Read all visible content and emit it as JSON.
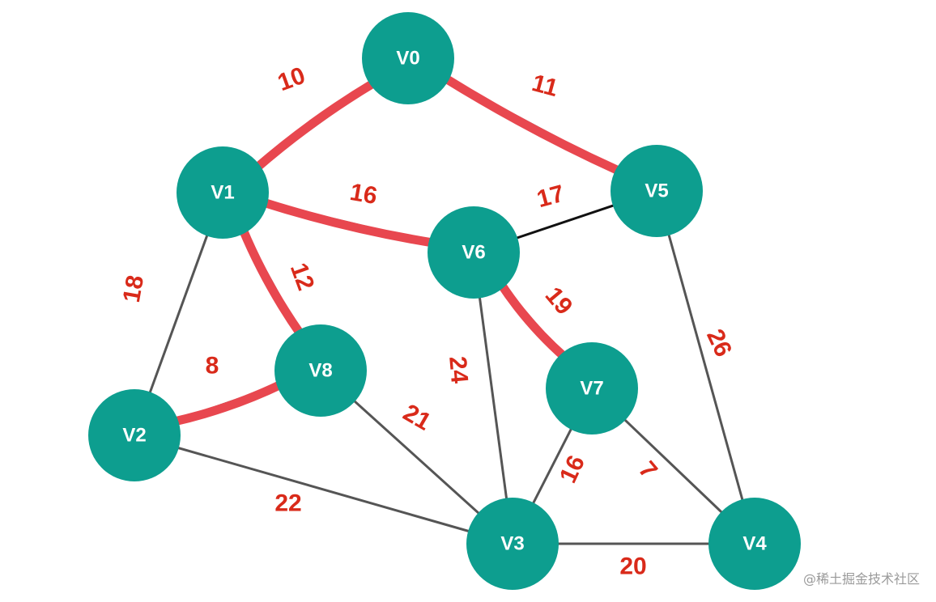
{
  "nodes": [
    {
      "id": "V0",
      "label": "V0"
    },
    {
      "id": "V1",
      "label": "V1"
    },
    {
      "id": "V2",
      "label": "V2"
    },
    {
      "id": "V3",
      "label": "V3"
    },
    {
      "id": "V4",
      "label": "V4"
    },
    {
      "id": "V5",
      "label": "V5"
    },
    {
      "id": "V6",
      "label": "V6"
    },
    {
      "id": "V7",
      "label": "V7"
    },
    {
      "id": "V8",
      "label": "V8"
    }
  ],
  "edges": [
    {
      "from": "V0",
      "to": "V1",
      "weight": "10",
      "highlighted": true
    },
    {
      "from": "V0",
      "to": "V5",
      "weight": "11",
      "highlighted": true
    },
    {
      "from": "V1",
      "to": "V6",
      "weight": "16",
      "highlighted": true
    },
    {
      "from": "V5",
      "to": "V6",
      "weight": "17",
      "highlighted": false
    },
    {
      "from": "V1",
      "to": "V8",
      "weight": "12",
      "highlighted": true
    },
    {
      "from": "V1",
      "to": "V2",
      "weight": "18",
      "highlighted": false
    },
    {
      "from": "V2",
      "to": "V8",
      "weight": "8",
      "highlighted": true
    },
    {
      "from": "V6",
      "to": "V7",
      "weight": "19",
      "highlighted": true
    },
    {
      "from": "V6",
      "to": "V3",
      "weight": "24",
      "highlighted": false
    },
    {
      "from": "V8",
      "to": "V3",
      "weight": "21",
      "highlighted": false
    },
    {
      "from": "V2",
      "to": "V3",
      "weight": "22",
      "highlighted": false
    },
    {
      "from": "V7",
      "to": "V3",
      "weight": "16",
      "highlighted": false
    },
    {
      "from": "V7",
      "to": "V4",
      "weight": "7",
      "highlighted": false
    },
    {
      "from": "V5",
      "to": "V4",
      "weight": "26",
      "highlighted": false
    },
    {
      "from": "V3",
      "to": "V4",
      "weight": "20",
      "highlighted": false
    }
  ],
  "colors": {
    "node_fill": "#0d9e8f",
    "highlight_edge": "#e8474f",
    "weight_text": "#d92a1a",
    "normal_edge": "#555555"
  },
  "watermark": "@稀土掘金技术社区"
}
